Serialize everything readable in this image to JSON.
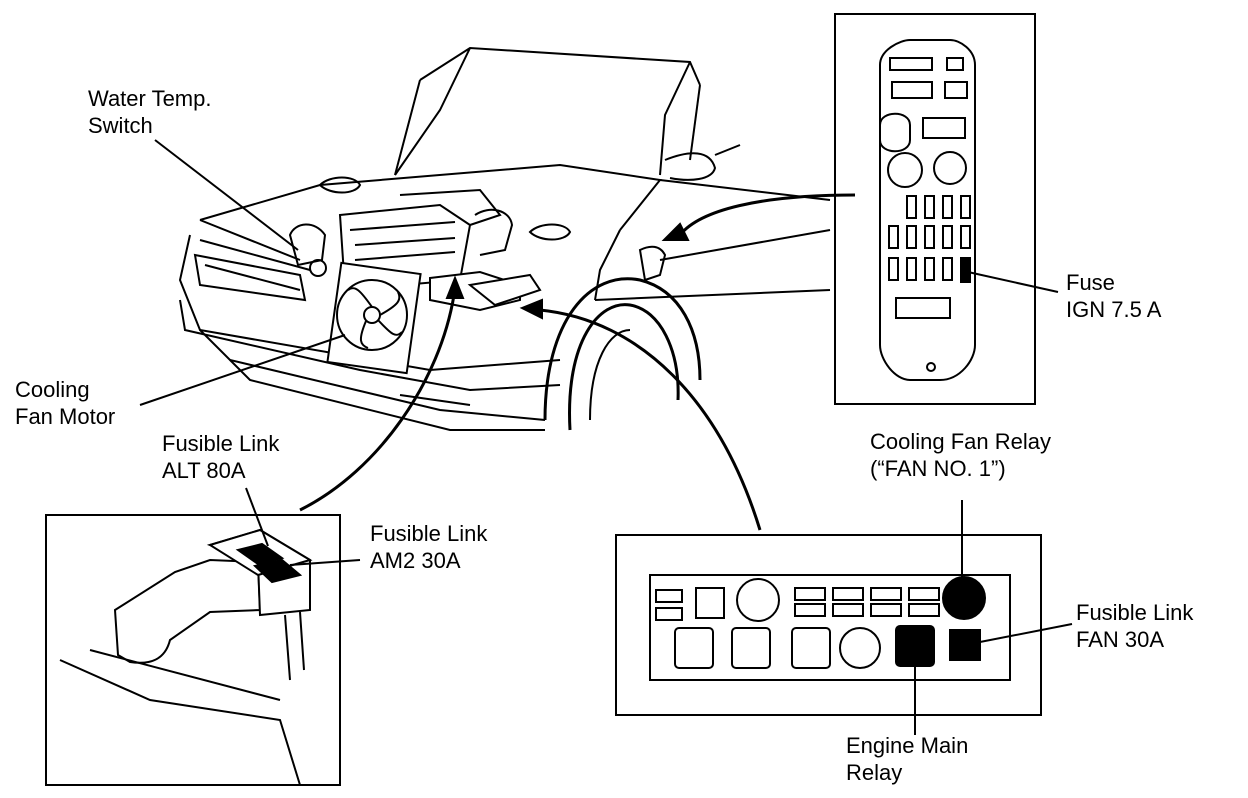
{
  "labels": {
    "water_temp_switch": [
      "Water Temp.",
      "Switch"
    ],
    "cooling_fan_motor": [
      "Cooling",
      "Fan Motor"
    ],
    "fuse_ign": [
      "Fuse",
      "IGN 7.5 A"
    ],
    "fusible_link_alt": [
      "Fusible Link",
      "ALT 80A"
    ],
    "fusible_link_am2": [
      "Fusible Link",
      "AM2 30A"
    ],
    "cooling_fan_relay": [
      "Cooling Fan Relay",
      "(“FAN NO. 1”)"
    ],
    "fusible_link_fan": [
      "Fusible Link",
      "FAN 30A"
    ],
    "engine_main_relay": [
      "Engine Main",
      "Relay"
    ]
  },
  "colors": {
    "ink": "#000000",
    "paper": "#ffffff"
  },
  "icons": {
    "fuse_block": "fuse-panel",
    "relay_box": "relay-box-panel",
    "fusible_link_block": "fusible-link-block"
  }
}
